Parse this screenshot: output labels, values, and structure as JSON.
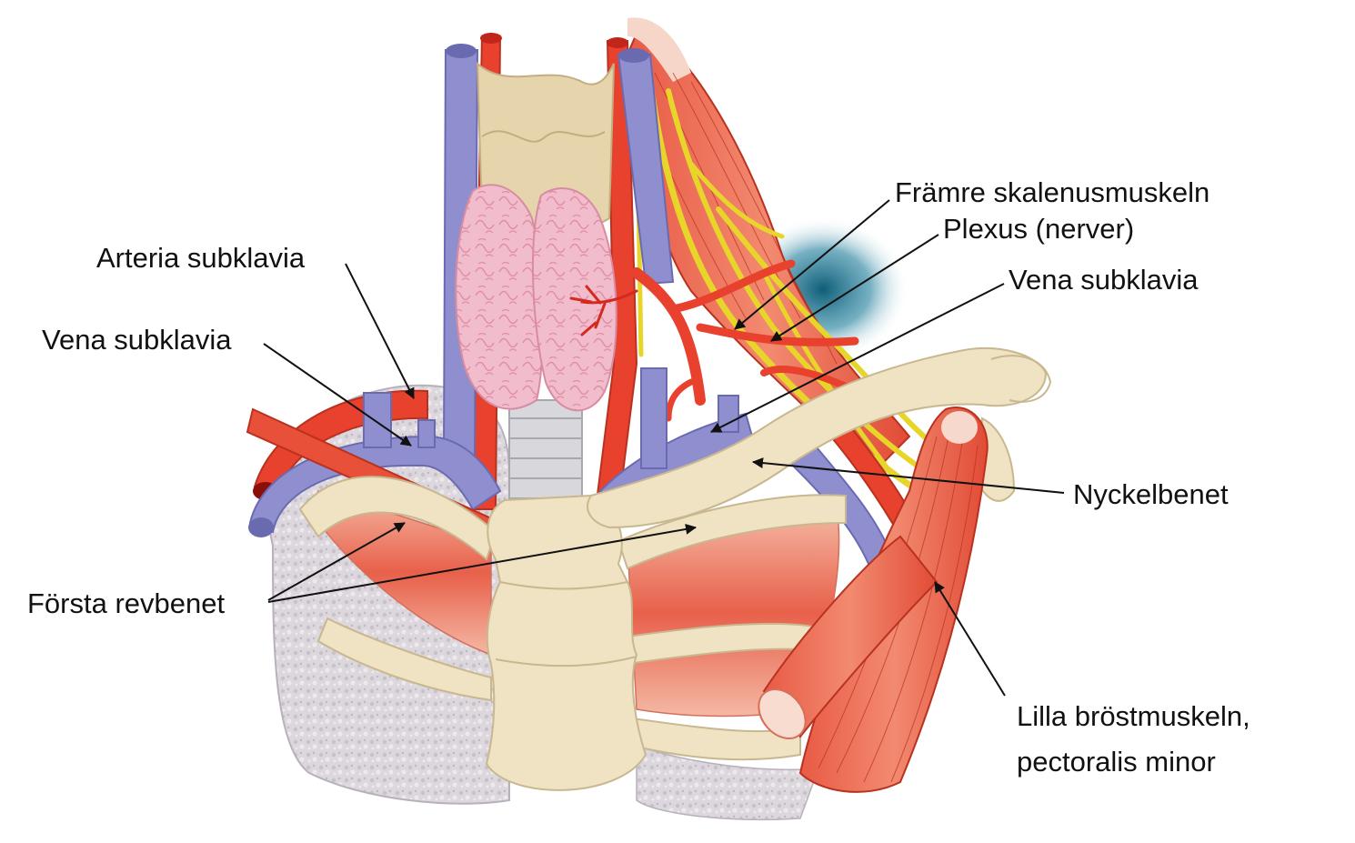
{
  "labels": {
    "arteria_subklavia": "Arteria subklavia",
    "vena_subklavia_left": "Vena subklavia",
    "forsta_revbenet": "Första revbenet",
    "framre_skalenusmuskeln": "Främre skalenusmuskeln",
    "plexus_nerver": "Plexus (nerver)",
    "vena_subklavia_right": "Vena subklavia",
    "nyckelbenet": "Nyckelbenet",
    "lilla_brostmuskeln": "Lilla bröstmuskeln,",
    "pectoralis_minor": "pectoralis minor"
  },
  "colors": {
    "artery": "#e8412e",
    "artery_dark": "#c2261a",
    "vein": "#8f8fcf",
    "vein_dark": "#6a6ab0",
    "bone": "#efe3c3",
    "bone_edge": "#c8b78f",
    "muscle": "#e55a44",
    "muscle_light": "#f0a08a",
    "nerve": "#f3e33b",
    "thyroid": "#f2bcc8",
    "cartilage": "#e6d4ad",
    "trachea": "#d8d8dc",
    "lung": "#dcd8de",
    "glow": "#1a6d8a"
  }
}
